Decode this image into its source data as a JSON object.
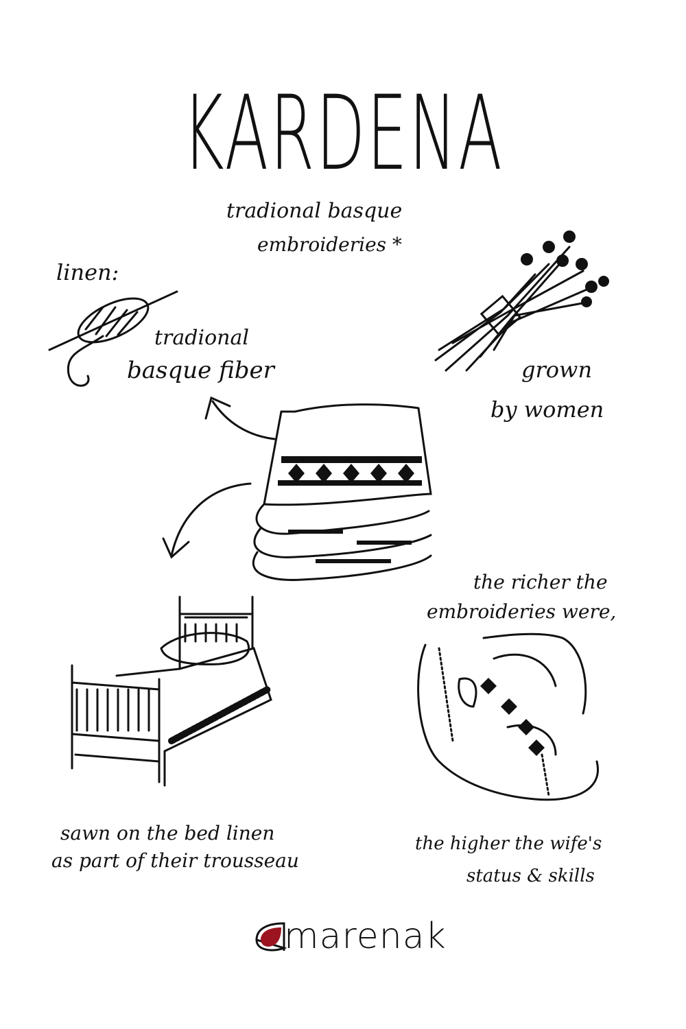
{
  "title": "KARDENA",
  "subtitle": {
    "line1": "tradional basque",
    "line2": "embroideries *"
  },
  "linen_label": "linen:",
  "fiber_caption": {
    "line1": "tradional",
    "line2": "basque fiber"
  },
  "grown_caption": {
    "line1": "grown",
    "line2": "by women"
  },
  "richer_caption": {
    "line1": "the richer the",
    "line2": "embroideries were,"
  },
  "bed_caption": {
    "line1": "sawn on the bed linen",
    "line2": "as part of their trousseau"
  },
  "status_caption": {
    "line1": "the higher the wife's",
    "line2": "status & skills"
  },
  "logo": {
    "text": "marenak",
    "full": "amarenak",
    "accent": "#9b1420"
  }
}
